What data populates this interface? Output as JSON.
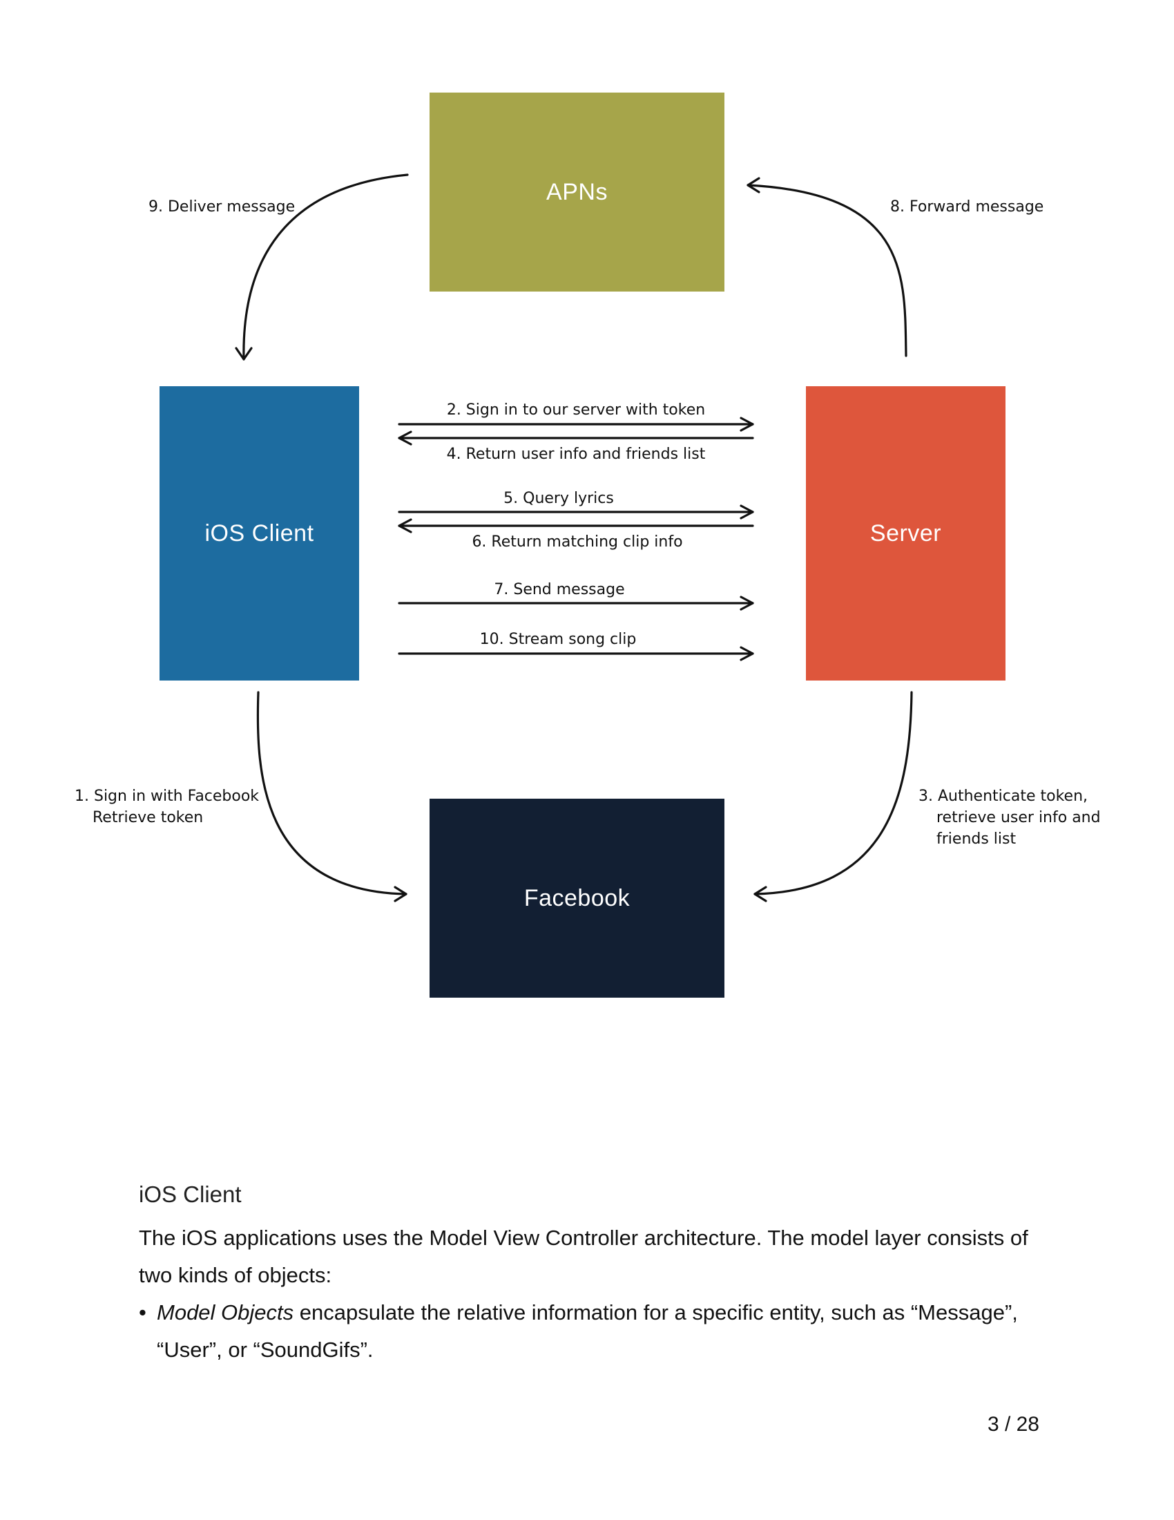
{
  "diagram": {
    "boxes": {
      "apns": {
        "label": "APNs",
        "color": "#a6a54a"
      },
      "ios": {
        "label": "iOS Client",
        "color": "#1d6ca0"
      },
      "server": {
        "label": "Server",
        "color": "#de563c"
      },
      "facebook": {
        "label": "Facebook",
        "color": "#121f33"
      }
    },
    "labels": {
      "step1_line1": "1. Sign in with Facebook",
      "step1_line2": "Retrieve token",
      "step2": "2. Sign in to our server with token",
      "step3_line1": "3. Authenticate token,",
      "step3_line2": "retrieve user info and",
      "step3_line3": "friends list",
      "step4": "4. Return user info and friends list",
      "step5": "5. Query lyrics",
      "step6": "6. Return matching clip info",
      "step7": "7. Send message",
      "step8": "8. Forward message",
      "step9": "9. Deliver message",
      "step10": "10. Stream song clip"
    }
  },
  "document": {
    "section_title": "iOS Client",
    "paragraph": "The iOS applications uses the Model View Controller architecture. The model layer consists of two kinds of objects:",
    "bullet_marker": "•",
    "bullet_italic": "Model Objects",
    "bullet_rest": " encapsulate the relative information for a specific entity, such as “Message”, “User”, or “SoundGifs”.",
    "page_number": "3 / 28"
  }
}
